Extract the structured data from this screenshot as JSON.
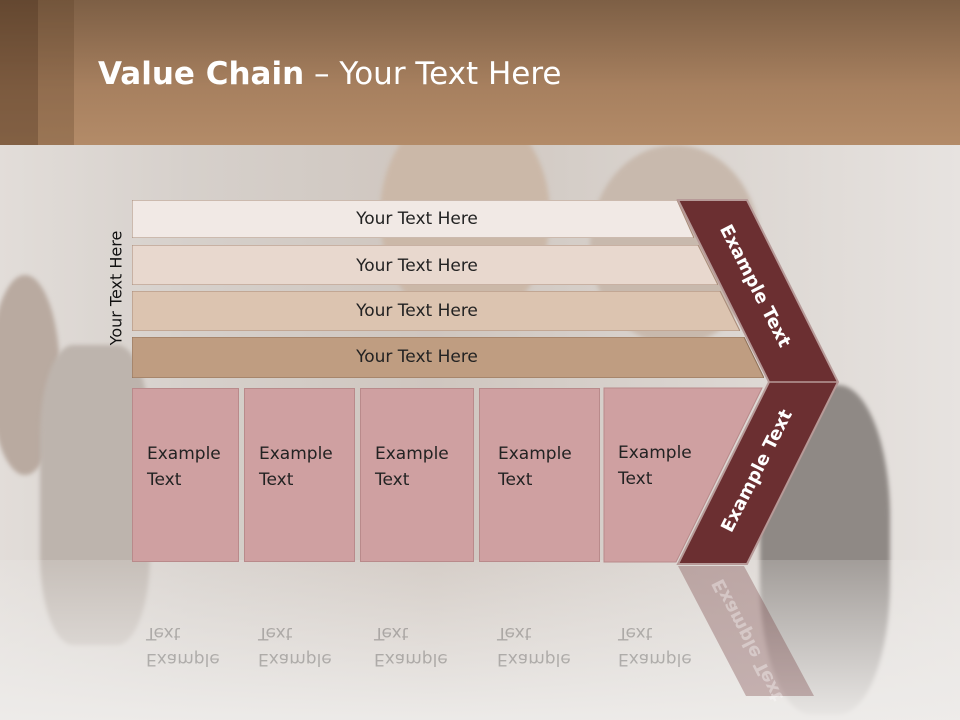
{
  "title": {
    "bold": "Value Chain",
    "rest": " – Your Text Here"
  },
  "side_label": "Your Text Here",
  "bars": [
    {
      "label": "Your Text Here",
      "color": "#f1e9e5"
    },
    {
      "label": "Your Text Here",
      "color": "#e8d8ce"
    },
    {
      "label": "Your Text Here",
      "color": "#dcc4b0"
    },
    {
      "label": "Your Text Here",
      "color": "#bf9d81"
    }
  ],
  "boxes": [
    {
      "line1": "Example",
      "line2": "Text"
    },
    {
      "line1": "Example",
      "line2": "Text"
    },
    {
      "line1": "Example",
      "line2": "Text"
    },
    {
      "line1": "Example",
      "line2": "Text"
    },
    {
      "line1": "Example",
      "line2": "Text"
    }
  ],
  "chevron": {
    "upper": "Example Text",
    "lower": "Example Text",
    "color": "#6b2f31"
  },
  "colors": {
    "header": "#a7805f",
    "box": "#cfa0a1"
  }
}
